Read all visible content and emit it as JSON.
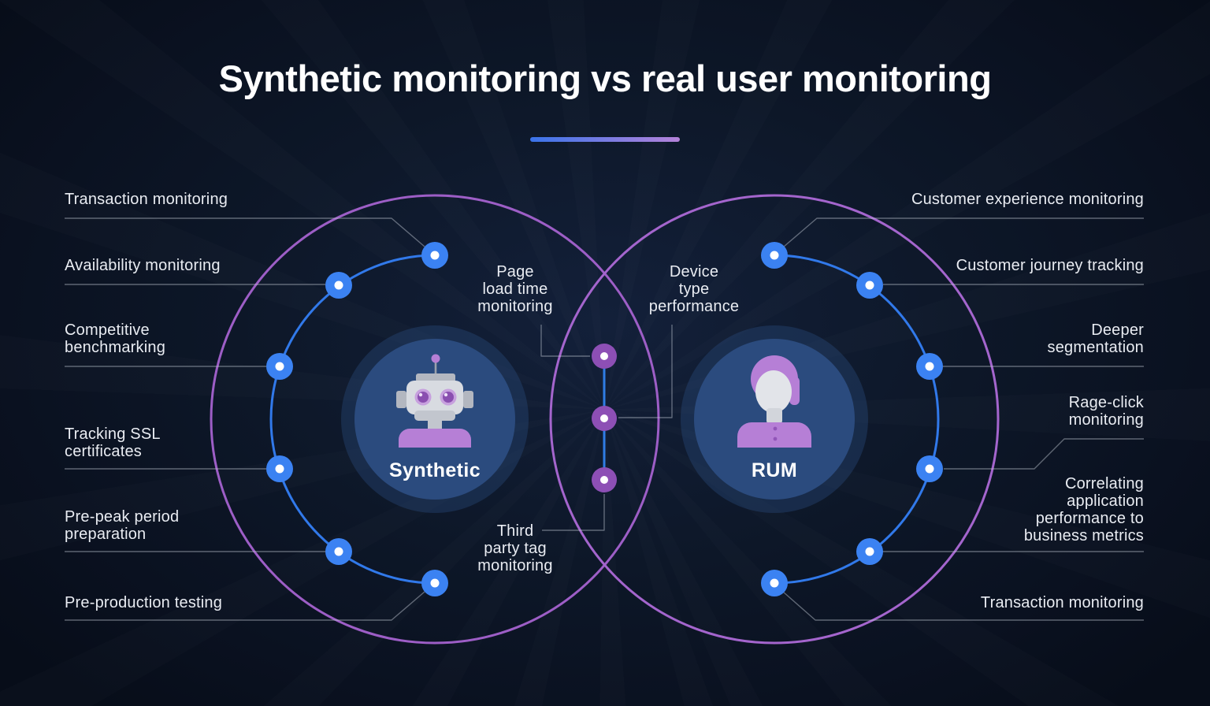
{
  "title": "Synthetic monitoring vs real user monitoring",
  "venn": {
    "left": {
      "name": "Synthetic",
      "icon": "robot-icon",
      "items": [
        "Transaction monitoring",
        "Availability monitoring",
        "Competitive\nbenchmarking",
        "Tracking SSL\ncertificates",
        "Pre-peak period\npreparation",
        "Pre-production testing"
      ]
    },
    "right": {
      "name": "RUM",
      "icon": "person-icon",
      "items": [
        "Customer experience monitoring",
        "Customer journey tracking",
        "Deeper\nsegmentation",
        "Rage-click\nmonitoring",
        "Correlating\napplication\nperformance to\nbusiness metrics",
        "Transaction monitoring"
      ]
    },
    "shared": {
      "items": [
        "Page\nload time\nmonitoring",
        "Device\ntype\nperformance",
        "Third\nparty tag\nmonitoring"
      ]
    }
  },
  "colors": {
    "background": "#0a1120",
    "title_text": "#ffffff",
    "label_text": "#e9ecf2",
    "node_blue": "#3b82f2",
    "node_purple": "#8d4fb5",
    "arc_blue": "#3179ea",
    "venn_outline": "#9d5ec6",
    "divider_from": "#3a74ea",
    "divider_to": "#b583da",
    "disc_fill": "#2b4b7e"
  }
}
